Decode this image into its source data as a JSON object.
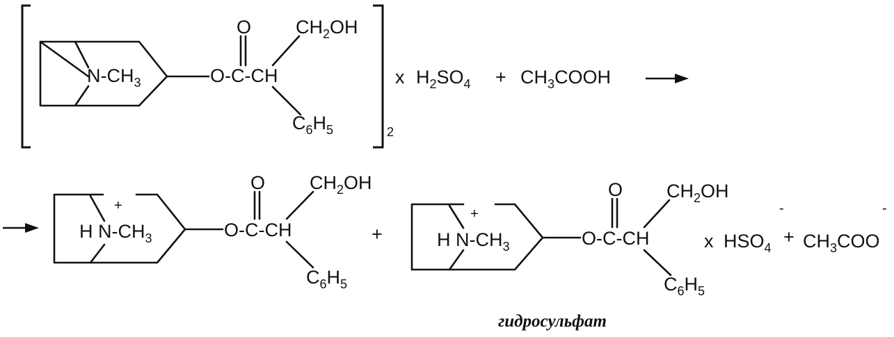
{
  "reaction": {
    "reactant": {
      "amine_group": "N-CH",
      "methyl_subscript": "3",
      "ester_group": "O-C-CH",
      "carbonyl_oxygen": "O",
      "hydroxymethyl": "CH",
      "hydroxymethyl_subscript": "2",
      "hydroxymethyl_tail": "OH",
      "phenyl": "C",
      "phenyl_sub_1": "6",
      "phenyl_mid": "H",
      "phenyl_sub_2": "5",
      "bracket_multiplier": "2"
    },
    "reagents": {
      "times": "x",
      "acid": "H",
      "acid_sub_1": "2",
      "acid_mid": "SO",
      "acid_sub_2": "4",
      "plus": "+",
      "acetic_acid": "CH",
      "acetic_sub": "3",
      "acetic_tail": "COOH"
    },
    "product_1": {
      "protonated_amine": "H N-CH",
      "methyl_subscript": "3",
      "charge": "+",
      "ester_group": "O-C-CH",
      "carbonyl_oxygen": "O",
      "hydroxymethyl": "CH",
      "hydroxymethyl_subscript": "2",
      "hydroxymethyl_tail": "OH",
      "phenyl": "C",
      "phenyl_sub_1": "6",
      "phenyl_mid": "H",
      "phenyl_sub_2": "5"
    },
    "between_products_plus": "+",
    "product_2": {
      "protonated_amine": "H N-CH",
      "methyl_subscript": "3",
      "charge": "+",
      "ester_group": "O-C-CH",
      "carbonyl_oxygen": "O",
      "hydroxymethyl": "CH",
      "hydroxymethyl_subscript": "2",
      "hydroxymethyl_tail": "OH",
      "phenyl": "C",
      "phenyl_sub_1": "6",
      "phenyl_mid": "H",
      "phenyl_sub_2": "5",
      "times": "x",
      "anion": "HSO",
      "anion_sub": "4",
      "anion_charge": "-",
      "plus": "+",
      "acetate": "CH",
      "acetate_sub": "3",
      "acetate_tail": "COO",
      "acetate_charge": "-",
      "caption": "гидросульфат"
    }
  }
}
